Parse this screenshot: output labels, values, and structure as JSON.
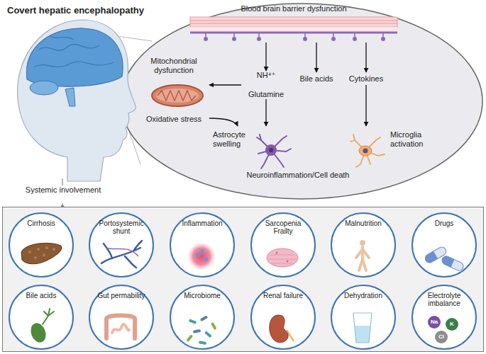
{
  "diagram": {
    "title": "Covert hepatic encephalopathy",
    "nodes": [
      {
        "text": [
          "Blood brain barrier dysfunction"
        ]
      },
      {
        "text": [
          "Mitochondrial dysfunction",
          "Oxidative stress"
        ]
      },
      {
        "text": [
          "NH⁴⁺",
          "Glutamine"
        ]
      },
      {
        "text": [
          "Bile acids"
        ]
      },
      {
        "text": [
          "Cytokines"
        ]
      },
      {
        "text": [
          "Astrocyte swelling"
        ]
      },
      {
        "text": [
          "Microglia activation"
        ]
      },
      {
        "text": [
          "Systemic involvement"
        ]
      },
      {
        "text": [
          "Cirrhosis"
        ],
        "in": 7
      },
      {
        "text": [
          "Portosystemic shunt"
        ],
        "in": 7
      },
      {
        "text": [
          "Inflammation"
        ],
        "in": 7
      },
      {
        "text": [
          "Sarcopenia Frailty"
        ],
        "in": 7
      },
      {
        "text": [
          "Malnutrition"
        ],
        "in": 7
      },
      {
        "text": [
          "Drugs"
        ],
        "in": 7
      },
      {
        "text": [
          "Bile acids"
        ],
        "in": 7
      },
      {
        "text": [
          "Gut permability"
        ],
        "in": 7
      },
      {
        "text": [
          "Microbiome"
        ],
        "in": 7
      },
      {
        "text": [
          "Renal failure"
        ],
        "in": 7
      },
      {
        "text": [
          "Dehydration"
        ],
        "in": 7
      },
      {
        "text": [
          "Electrolyte imbalance"
        ],
        "in": 7
      }
    ],
    "edges": [
      {
        "from": 0,
        "to": 2,
        "arrow": "to"
      },
      {
        "from": 0,
        "to": 3,
        "arrow": "to"
      },
      {
        "from": 0,
        "to": 4,
        "arrow": "to"
      },
      {
        "from": 2,
        "to": 1,
        "arrow": "to"
      },
      {
        "from": 2,
        "to": 5,
        "arrow": "to"
      },
      {
        "from": 1,
        "to": 5,
        "arrow": "to"
      },
      {
        "from": 4,
        "to": 6,
        "arrow": "to"
      }
    ],
    "labels": [
      "Neuroinflammation/Cell death",
      "Na",
      "K",
      "Cl"
    ]
  }
}
